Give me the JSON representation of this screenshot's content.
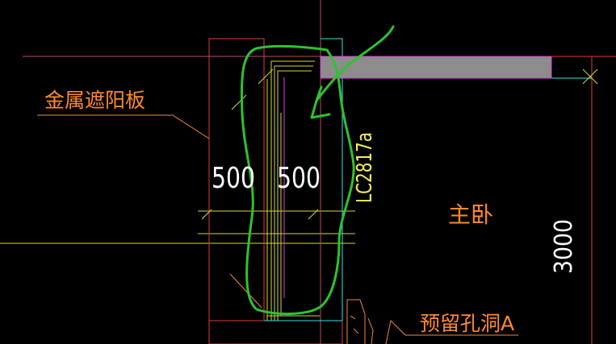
{
  "drawing": {
    "labels": {
      "sunshade": "金属遮阳板",
      "dim_left": "500",
      "dim_right": "500",
      "window_code": "LC2817a",
      "room": "主卧",
      "dim_vertical": "3000",
      "reserved_hole": "预留孔洞A"
    },
    "colors": {
      "background": "#000000",
      "wall_red": "#e23a3a",
      "leader_orange": "#f08a3c",
      "text_white": "#ffffff",
      "text_orange": "#ff8a30",
      "text_yellow": "#f2f25a",
      "cyan": "#35e6e6",
      "yellow_line": "#d8d83c",
      "magenta": "#e03ce0",
      "slab_gray": "#8c8c8c",
      "markup_green": "#2fc22f",
      "axis_pink": "#c04a6a"
    }
  }
}
